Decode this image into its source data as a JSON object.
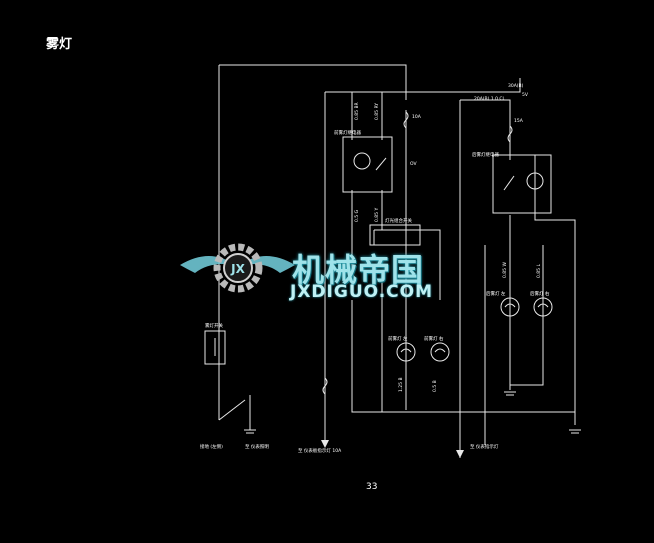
{
  "page": {
    "title": "雾灯",
    "number": "33"
  },
  "labels": {
    "top_right_1": "30A(B)",
    "top_right_2": "5V",
    "top_mid_a": "20A(B) 1.0 CL",
    "relay_left_name": "前雾灯继电器",
    "relay_right_name": "后雾灯继电器",
    "switch_unit_name": "灯光组合开关",
    "switch_small_name": "雾灯开关",
    "front_fog_left": "前雾灯 左",
    "front_fog_right": "前雾灯 右",
    "rear_fog_left": "后雾灯 左",
    "rear_fog_right": "后雾灯 右",
    "bottom_left_1": "接地 (左侧)",
    "bottom_left_2": "至 仪表照明",
    "bottom_mid": "至 仪表板指示灯 10A",
    "bottom_right": "至 仪表指示灯",
    "fuse_10a": "10A",
    "fuse_15a": "15A",
    "volt_ov": "OV"
  },
  "wire_codes": {
    "w1": "0.85 BR",
    "w2": "0.85 RY",
    "w3": "0.5 G",
    "w4": "0.85 Y",
    "w5": "1.25 B",
    "w6": "0.5 B",
    "w7": "0.85 W",
    "w8": "0.85 L"
  },
  "watermark": {
    "text": "机械帝国",
    "sub": "JXDIGUO.COM",
    "logo": "JX"
  },
  "colors": {
    "background": "#000000",
    "wire": "#e8e8e8",
    "watermark": "#9fe3ea"
  }
}
